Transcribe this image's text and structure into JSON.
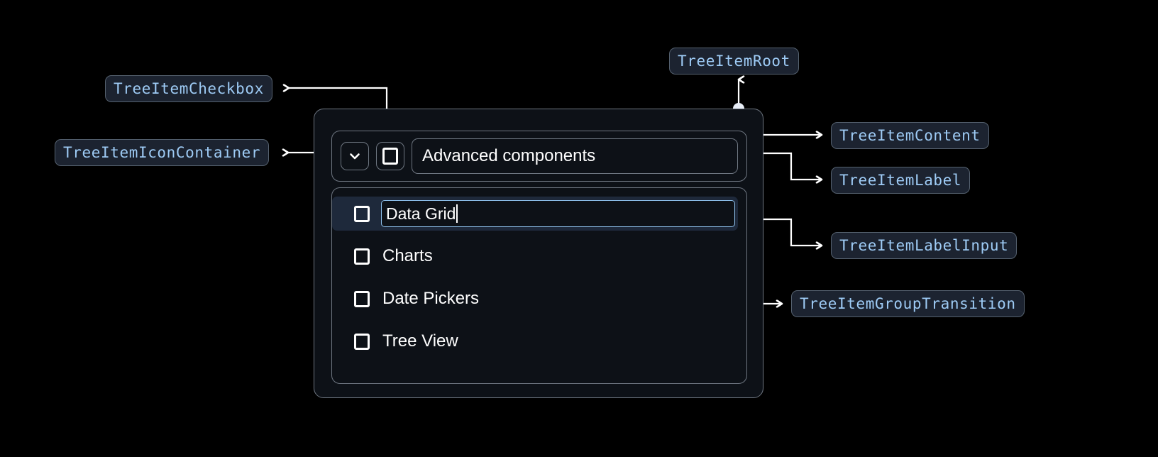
{
  "annotations": {
    "tree_item_checkbox": "TreeItemCheckbox",
    "tree_item_icon_container": "TreeItemIconContainer",
    "tree_item_root": "TreeItemRoot",
    "tree_item_content": "TreeItemContent",
    "tree_item_label": "TreeItemLabel",
    "tree_item_label_input": "TreeItemLabelInput",
    "tree_item_group_transition": "TreeItemGroupTransition"
  },
  "tree": {
    "parent": {
      "label": "Advanced components",
      "expand_icon": "chevron-down-icon",
      "checkbox_state": "unchecked"
    },
    "children": [
      {
        "label": "Data Grid",
        "editing": true,
        "selected": true,
        "checkbox_state": "unchecked"
      },
      {
        "label": "Charts",
        "editing": false,
        "selected": false,
        "checkbox_state": "unchecked"
      },
      {
        "label": "Date Pickers",
        "editing": false,
        "selected": false,
        "checkbox_state": "unchecked"
      },
      {
        "label": "Tree View",
        "editing": false,
        "selected": false,
        "checkbox_state": "unchecked"
      }
    ]
  },
  "colors": {
    "background": "#000000",
    "badge_bg": "#1c2330",
    "badge_border": "#55616f",
    "badge_text": "#9ecbf5",
    "panel_bg": "#0d1117",
    "panel_border": "#6e7681",
    "selected_row_bg": "#1e293b",
    "input_border": "#90c3ef",
    "connector": "#ffffff",
    "text": "#ffffff"
  }
}
